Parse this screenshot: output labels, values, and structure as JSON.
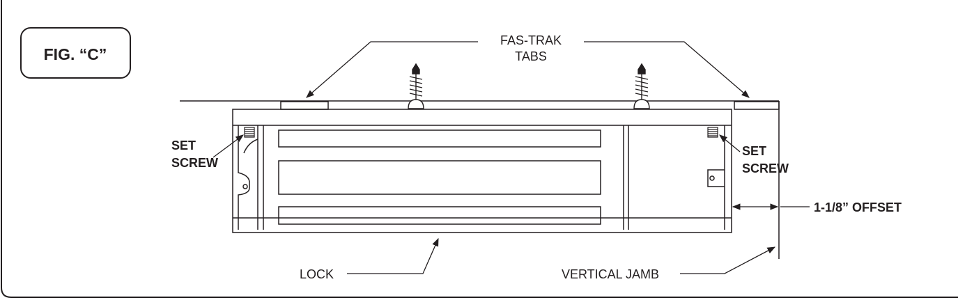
{
  "figure": {
    "label": "FIG. “C”"
  },
  "labels": {
    "fas_trak_line1": "FAS-TRAK",
    "fas_trak_line2": "TABS",
    "set_screw_left_line1": "SET",
    "set_screw_left_line2": "SCREW",
    "set_screw_right_line1": "SET",
    "set_screw_right_line2": "SCREW",
    "offset": "1-1/8” OFFSET",
    "lock": "LOCK",
    "vertical_jamb": "VERTICAL JAMB"
  },
  "colors": {
    "ink": "#231f20",
    "background": "#ffffff"
  }
}
